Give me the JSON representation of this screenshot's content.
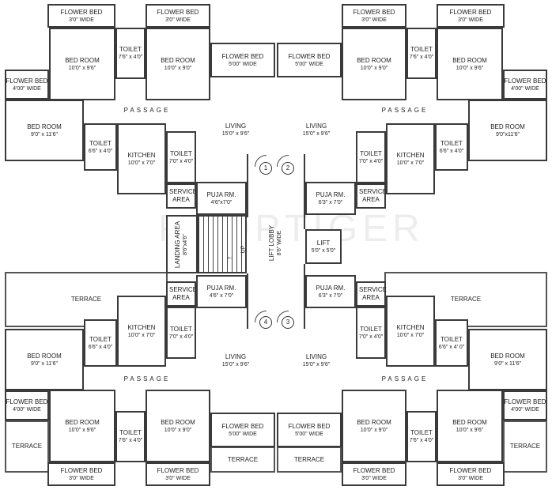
{
  "title": "Typical Floor Plan",
  "watermark": "PROPTIGER",
  "units": {
    "top_left": {
      "flower_bed_a": {
        "label": "FLOWER BED",
        "dim": "3'0\" WIDE"
      },
      "flower_bed_b": {
        "label": "FLOWER BED",
        "dim": "3'0\" WIDE"
      },
      "bedroom_1": {
        "label": "BED ROOM",
        "dim": "10'0\" x 9'6\""
      },
      "toilet_1": {
        "label": "TOILET",
        "dim": "7'6\" x 4'0\""
      },
      "bedroom_2": {
        "label": "BED ROOM",
        "dim": "10'0\" x 9'0\""
      },
      "flower_bed_living": {
        "label": "FLOWER BED",
        "dim": "5'00\" WIDE"
      },
      "flower_bed_side": {
        "label": "FLOWER BED",
        "dim": "4'00\" WIDE"
      },
      "bedroom_3": {
        "label": "BED ROOM",
        "dim": "9'0\" x 11'6\""
      },
      "passage": {
        "label": "PASSAGE",
        "dim": ""
      },
      "toilet_2": {
        "label": "TOILET",
        "dim": "6'6\" x 4'0\""
      },
      "kitchen": {
        "label": "KITCHEN",
        "dim": "10'0\" x 7'0\""
      },
      "toilet_3": {
        "label": "TOILET",
        "dim": "7'0\" x 4'0\""
      },
      "service_area": {
        "label": "SERVICE AREA",
        "dim": ""
      },
      "living": {
        "label": "LIVING",
        "dim": "15'0\" x 9'6\""
      },
      "puja": {
        "label": "PUJA RM.",
        "dim": "4'6\"x7'0\""
      }
    },
    "top_right": {
      "flower_bed_a": {
        "label": "FLOWER BED",
        "dim": "3'0\" WIDE"
      },
      "flower_bed_b": {
        "label": "FLOWER BED",
        "dim": "3'0\" WIDE"
      },
      "bedroom_1": {
        "label": "BED ROOM",
        "dim": "10'0\" x 9'6\""
      },
      "toilet_1": {
        "label": "TOILET",
        "dim": "7'6\" x 4'0\""
      },
      "bedroom_2": {
        "label": "BED ROOM",
        "dim": "10'0\" x 9'0\""
      },
      "flower_bed_living": {
        "label": "FLOWER BED",
        "dim": "5'00\" WIDE"
      },
      "flower_bed_side": {
        "label": "FLOWER BED",
        "dim": "4'00\" WIDE"
      },
      "bedroom_3": {
        "label": "BED ROOM",
        "dim": "9'0\"x11'6\""
      },
      "passage": {
        "label": "PASSAGE",
        "dim": ""
      },
      "toilet_2": {
        "label": "TOILET",
        "dim": "6'6\" x 4'0\""
      },
      "kitchen": {
        "label": "KITCHEN",
        "dim": "10'0\" x 7'0\""
      },
      "toilet_3": {
        "label": "TOILET",
        "dim": "7'0\" x 4'0\""
      },
      "service_area": {
        "label": "SERVICE AREA",
        "dim": ""
      },
      "living": {
        "label": "LIVING",
        "dim": "15'0\" x 9'6\""
      },
      "puja": {
        "label": "PUJA RM.",
        "dim": "6'3\" x 7'0\""
      }
    },
    "bottom_left": {
      "terrace_main": {
        "label": "TERRACE",
        "dim": ""
      },
      "terrace_side": {
        "label": "TERRACE",
        "dim": ""
      },
      "terrace_living": {
        "label": "TERRACE",
        "dim": ""
      },
      "flower_bed_a": {
        "label": "FLOWER BED",
        "dim": "3'0\" WIDE"
      },
      "flower_bed_b": {
        "label": "FLOWER BED",
        "dim": "3'0\" WIDE"
      },
      "bedroom_1": {
        "label": "BED ROOM",
        "dim": "10'0\" x 9'6\""
      },
      "toilet_1": {
        "label": "TOILET",
        "dim": "7'6\" x 4'0\""
      },
      "bedroom_2": {
        "label": "BED ROOM",
        "dim": "10'0\" x 9'0\""
      },
      "flower_bed_living": {
        "label": "FLOWER BED",
        "dim": "5'00\" WIDE"
      },
      "flower_bed_side": {
        "label": "FLOWER BED",
        "dim": "4'00\" WIDE"
      },
      "bedroom_3": {
        "label": "BED ROOM",
        "dim": "9'0\" x 11'6\""
      },
      "passage": {
        "label": "PASSAGE",
        "dim": ""
      },
      "toilet_2": {
        "label": "TOILET",
        "dim": "6'6\" x 4'0\""
      },
      "kitchen": {
        "label": "KITCHEN",
        "dim": "10'0\" x 7'0\""
      },
      "toilet_3": {
        "label": "TOILET",
        "dim": "7'0\" x 4'0\""
      },
      "service_area": {
        "label": "SERVICE AREA",
        "dim": ""
      },
      "living": {
        "label": "LIVING",
        "dim": "15'0\" x 9'6\""
      },
      "puja": {
        "label": "PUJA RM.",
        "dim": "4'6\" x 7'0\""
      }
    },
    "bottom_right": {
      "terrace_main": {
        "label": "TERRACE",
        "dim": ""
      },
      "terrace_side": {
        "label": "TERRACE",
        "dim": ""
      },
      "terrace_living": {
        "label": "TERRACE",
        "dim": ""
      },
      "flower_bed_a": {
        "label": "FLOWER BED",
        "dim": "3'0\" WIDE"
      },
      "flower_bed_b": {
        "label": "FLOWER BED",
        "dim": "3'0\" WIDE"
      },
      "bedroom_1": {
        "label": "BED ROOM",
        "dim": "10'0\" x 9'6\""
      },
      "toilet_1": {
        "label": "TOILET",
        "dim": "7'6\" x 4'0\""
      },
      "bedroom_2": {
        "label": "BED ROOM",
        "dim": "10'0\" x 9'0\""
      },
      "flower_bed_living": {
        "label": "FLOWER BED",
        "dim": "5'00\" WIDE"
      },
      "flower_bed_side": {
        "label": "FLOWER BED",
        "dim": "4'00\" WIDE"
      },
      "bedroom_3": {
        "label": "BED ROOM",
        "dim": "9'0\" x 11'6\""
      },
      "passage": {
        "label": "PASSAGE",
        "dim": ""
      },
      "toilet_2": {
        "label": "TOILET",
        "dim": "6'6\" x 4' 0\""
      },
      "kitchen": {
        "label": "KITCHEN",
        "dim": "10'0\" x 7'0\""
      },
      "toilet_3": {
        "label": "TOILET",
        "dim": "7'0\" x 4'0\""
      },
      "service_area": {
        "label": "SERVICE AREA",
        "dim": ""
      },
      "living": {
        "label": "LIVING",
        "dim": "15'0\" x 9'6\""
      },
      "puja": {
        "label": "PUJA RM.",
        "dim": "6'3\" x 7'0\""
      }
    }
  },
  "core": {
    "landing": {
      "label": "LANDING AREA",
      "dim": "8'6\"x4'6\""
    },
    "stairs_up": "UP",
    "lift_lobby": {
      "label": "LIFT LOBBY",
      "dim": "8'6\" WIDE"
    },
    "lift": {
      "label": "LIFT",
      "dim": "5'0\" x 5'0\""
    },
    "entrances": [
      "1",
      "2",
      "3",
      "4"
    ]
  }
}
